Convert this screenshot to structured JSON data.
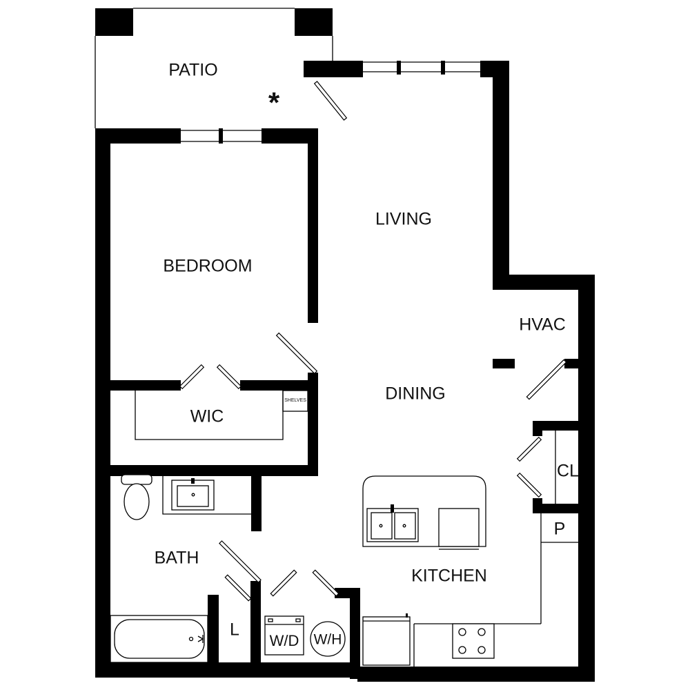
{
  "rooms": {
    "patio": "PATIO",
    "living": "LIVING",
    "bedroom": "BEDROOM",
    "wic": "WIC",
    "shelves": "SHELVES",
    "dining": "DINING",
    "hvac": "HVAC",
    "closet": "CL",
    "pantry": "P",
    "bath": "BATH",
    "linen": "L",
    "kitchen": "KITCHEN",
    "washer_dryer": "W/D",
    "water_heater": "W/H"
  },
  "marker": "*"
}
